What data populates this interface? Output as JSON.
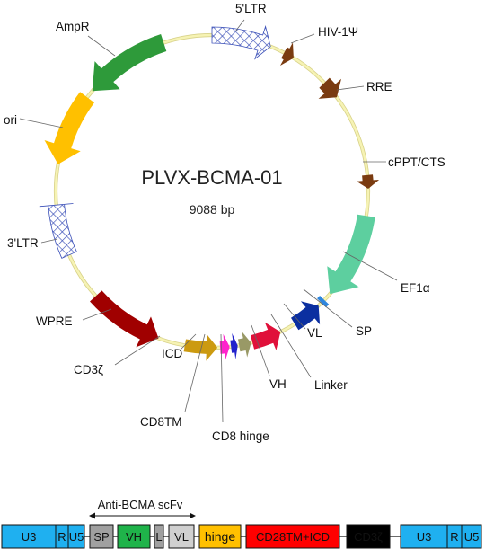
{
  "plasmid": {
    "name": "PLVX-BCMA-01",
    "size": "9088 bp"
  },
  "features": [
    {
      "id": "ltr5",
      "label": "5'LTR"
    },
    {
      "id": "hiv",
      "label": "HIV-1Ψ"
    },
    {
      "id": "rre",
      "label": "RRE"
    },
    {
      "id": "cppt",
      "label": "cPPT/CTS"
    },
    {
      "id": "ef1a",
      "label": "EF1α"
    },
    {
      "id": "sp",
      "label": "SP"
    },
    {
      "id": "vl",
      "label": "VL"
    },
    {
      "id": "linker",
      "label": "Linker"
    },
    {
      "id": "vh",
      "label": "VH"
    },
    {
      "id": "cd8hinge",
      "label": "CD8 hinge"
    },
    {
      "id": "cd8tm",
      "label": "CD8TM"
    },
    {
      "id": "icd",
      "label": "ICD"
    },
    {
      "id": "cd3z",
      "label": "CD3ζ"
    },
    {
      "id": "wpre",
      "label": "WPRE"
    },
    {
      "id": "ltr3",
      "label": "3'LTR"
    },
    {
      "id": "ori",
      "label": "ori"
    },
    {
      "id": "ampr",
      "label": "AmpR"
    }
  ],
  "construct": {
    "scfv_label": "Anti-BCMA scFv",
    "boxes": [
      {
        "id": "u3a",
        "label": "U3"
      },
      {
        "id": "ra",
        "label": "R"
      },
      {
        "id": "u5a",
        "label": "U5"
      },
      {
        "id": "sp",
        "label": "SP"
      },
      {
        "id": "vh",
        "label": "VH"
      },
      {
        "id": "l",
        "label": "L"
      },
      {
        "id": "vl",
        "label": "VL"
      },
      {
        "id": "hinge",
        "label": "hinge"
      },
      {
        "id": "cd28",
        "label": "CD28TM+ICD"
      },
      {
        "id": "cd3z",
        "label": "CD3ζ"
      },
      {
        "id": "u3b",
        "label": "U3"
      },
      {
        "id": "rb",
        "label": "R"
      },
      {
        "id": "u5b",
        "label": "U5"
      }
    ]
  },
  "colors": {
    "backbone": "#f6f3b4",
    "ltr": "#3a4fb8",
    "hiv": "#7a3b10",
    "ef1a": "#5dcf9f",
    "sp": "#2e86de",
    "vl": "#0b2fa0",
    "vh": "#e0103a",
    "cd8hinge": "#999966",
    "cd8tm": "#2222cc",
    "icd": "#ff22cc",
    "cd3z": "#cc9a10",
    "wpre": "#a00000",
    "ori": "#ffc000",
    "ampr": "#2e9a3a",
    "u_box": "#1fb0f0",
    "sp_box": "#a0a0a0",
    "vh_box": "#1fb34a",
    "l_box": "#a0a0a0",
    "vl_box": "#d0d0d0",
    "hinge_box": "#ffc000",
    "cd28_box": "#ff0000",
    "cd3z_box": "#000000"
  }
}
